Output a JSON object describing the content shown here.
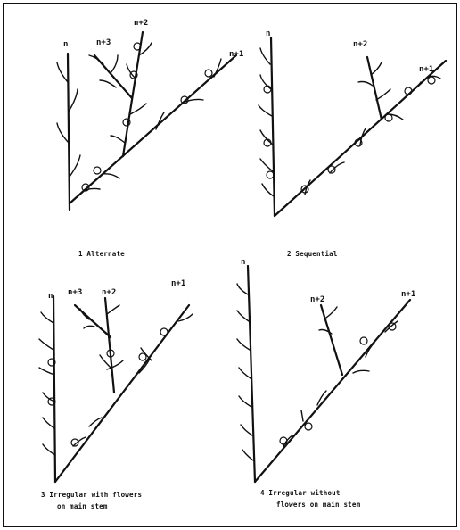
{
  "panels": [
    {
      "caption_lines": [
        "1  Alternate"
      ],
      "labels": [
        "n",
        "n+3",
        "n+2",
        "n+1"
      ]
    },
    {
      "caption_lines": [
        "2  Sequential"
      ],
      "labels": [
        "n",
        "n+2",
        "n+1"
      ]
    },
    {
      "caption_lines": [
        "3  Irregular with flowers",
        "on main stem"
      ],
      "labels": [
        "n",
        "n+3",
        "n+2",
        "n+1"
      ]
    },
    {
      "caption_lines": [
        "4  Irregular without",
        "flowers on main stem"
      ],
      "labels": [
        "n",
        "n+2",
        "n+1"
      ]
    }
  ]
}
